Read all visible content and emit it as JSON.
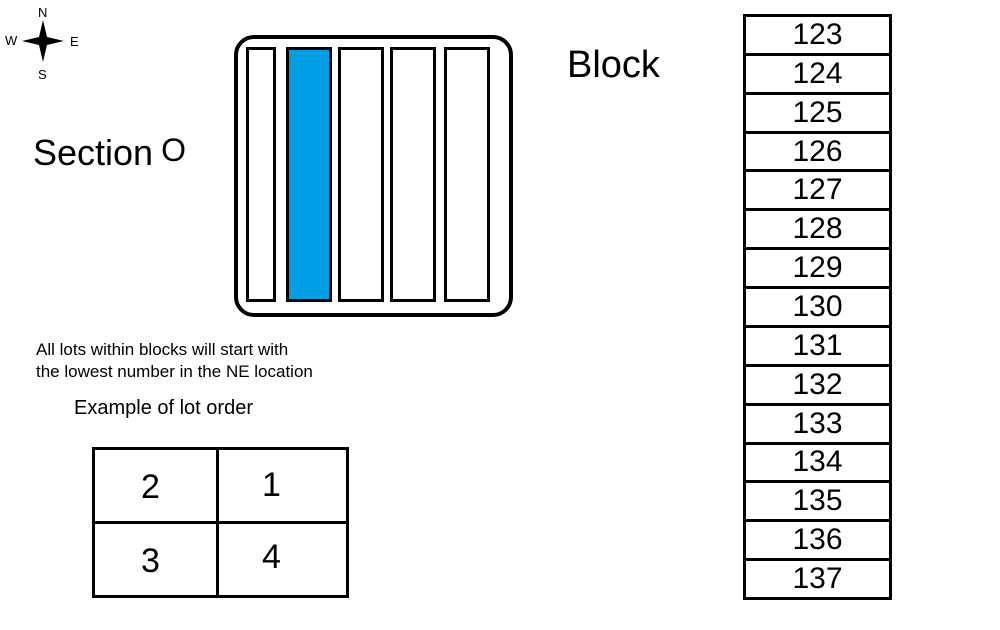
{
  "compass": {
    "north": "N",
    "south": "S",
    "east": "E",
    "west": "W"
  },
  "section": {
    "label": "Section",
    "letter": "O"
  },
  "block_label": "Block",
  "map": {
    "strip_count": 5,
    "highlighted_strip_index": 1,
    "highlight_color": "#009fe3"
  },
  "note": {
    "line1": "All lots within blocks will start with",
    "line2": "the lowest number in the NE location"
  },
  "example": {
    "title": "Example of lot order",
    "lots": [
      "2",
      "1",
      "3",
      "4"
    ]
  },
  "blocks": [
    "123",
    "124",
    "125",
    "126",
    "127",
    "128",
    "129",
    "130",
    "131",
    "132",
    "133",
    "134",
    "135",
    "136",
    "137"
  ]
}
